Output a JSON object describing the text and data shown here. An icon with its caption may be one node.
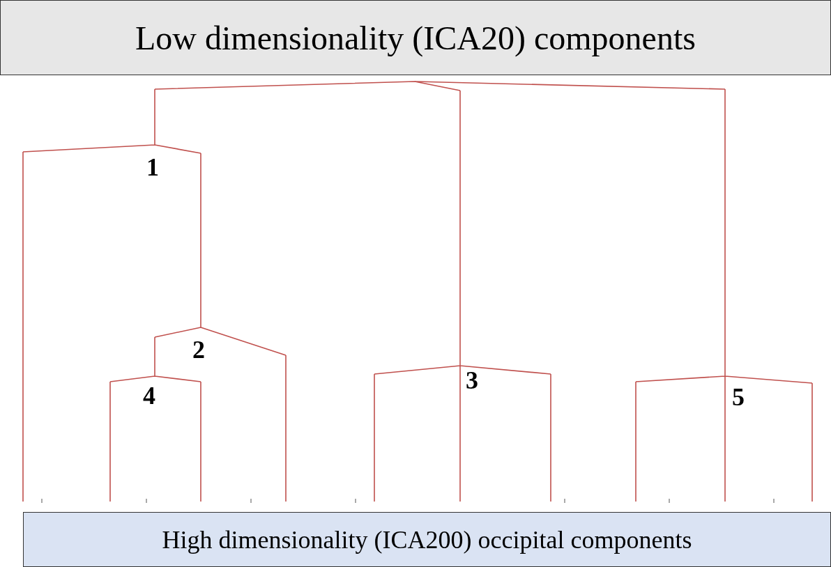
{
  "diagram": {
    "nodes": [
      {
        "text": [
          "Low dimensionality (ICA20) components"
        ]
      },
      {
        "text": [
          "High dimensionality (ICA200) occipital components"
        ]
      }
    ],
    "labels": [
      "1",
      "2",
      "3",
      "4",
      "5"
    ]
  }
}
